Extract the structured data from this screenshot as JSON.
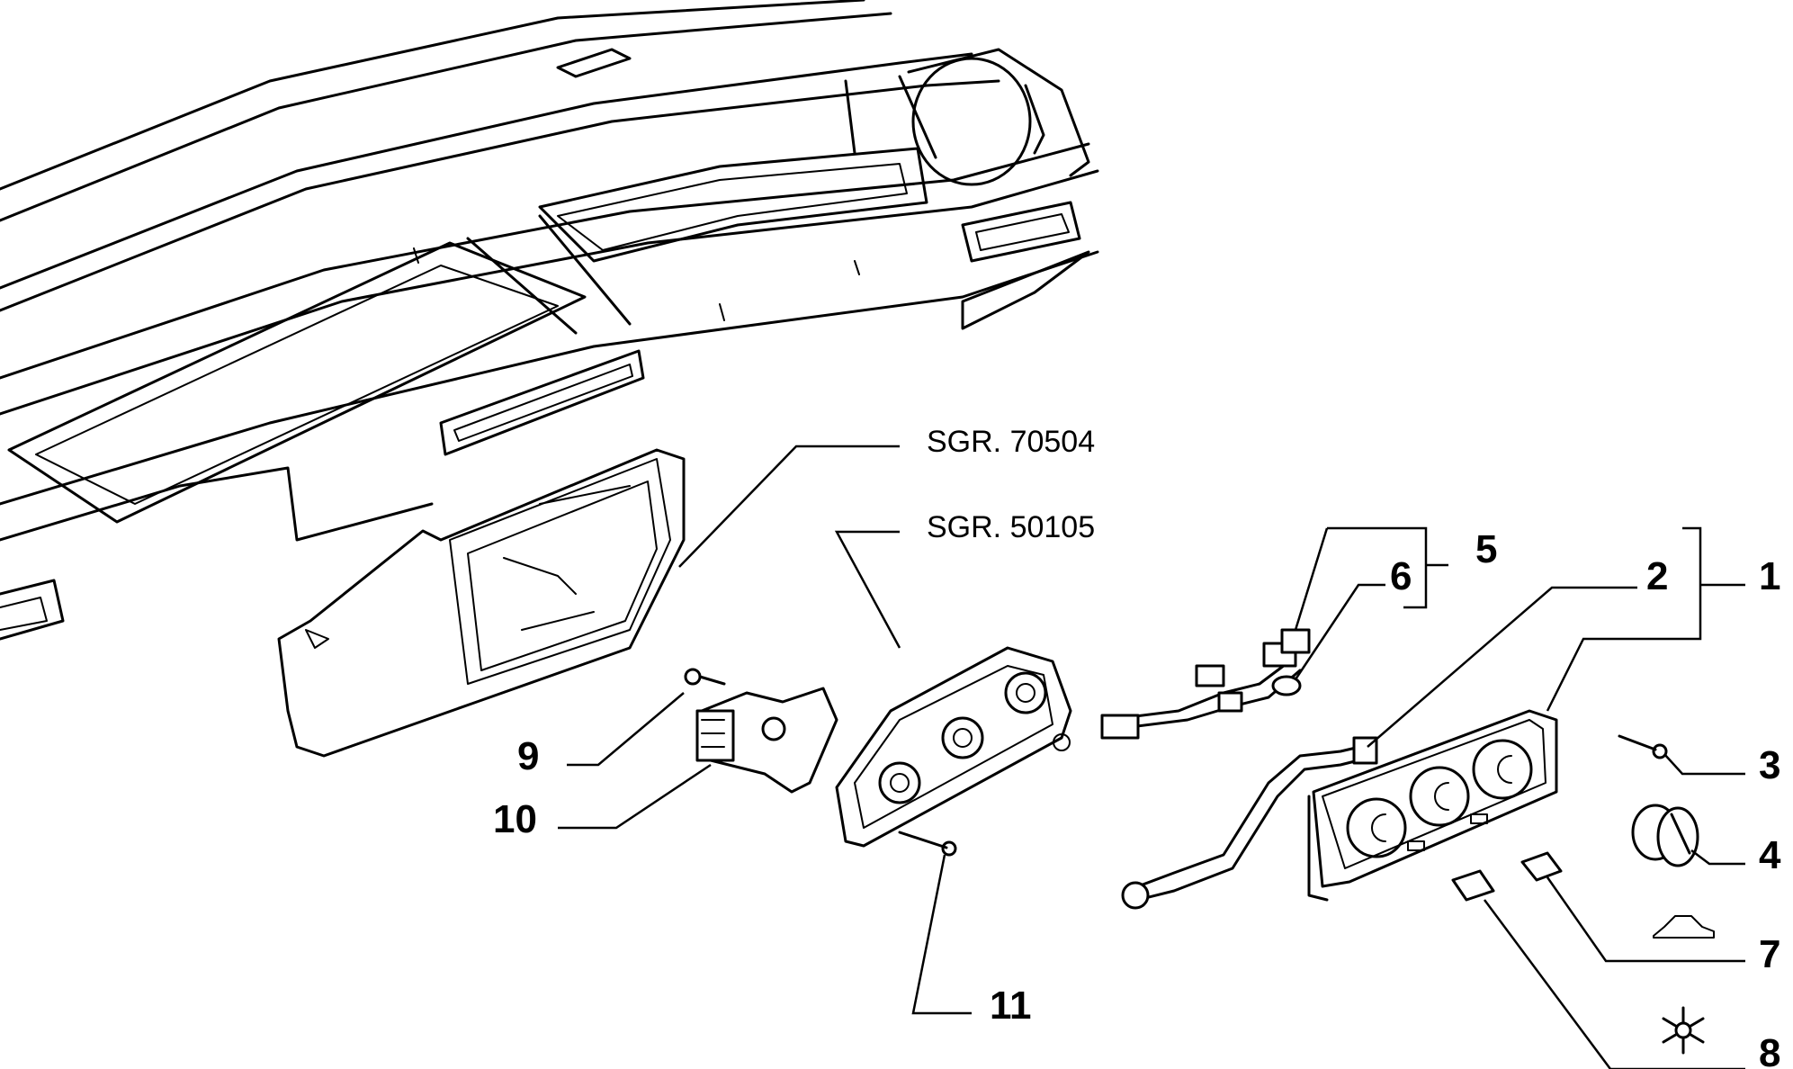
{
  "references": {
    "sgr_a": "SGR. 70504",
    "sgr_b": "SGR. 50105"
  },
  "callouts": {
    "c1": "1",
    "c2": "2",
    "c3": "3",
    "c4": "4",
    "c5": "5",
    "c6": "6",
    "c7": "7",
    "c8": "8",
    "c9": "9",
    "c10": "10",
    "c11": "11"
  },
  "symbols": {
    "recirculation": "car-recirculation-icon",
    "air_conditioning": "snowflake-icon"
  }
}
